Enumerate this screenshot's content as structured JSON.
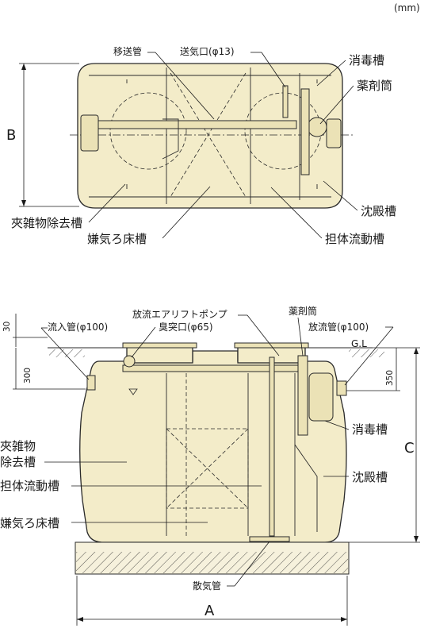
{
  "unit": "(mm)",
  "top_view": {
    "labels": {
      "transfer_pipe": "移送管",
      "air_inlet": "送気口(φ13)",
      "disinfection_tank": "消毒槽",
      "chemical_cylinder": "薬剤筒",
      "foreign_matter_tank": "夾雑物除去槽",
      "anaerobic_filter_tank": "嫌気ろ床槽",
      "carrier_flow_tank": "担体流動槽",
      "sedimentation_tank": "沈殿槽"
    },
    "dimension_b": "B"
  },
  "side_view": {
    "labels": {
      "discharge_airlift_pump": "放流エアリフトポンプ",
      "chemical_cylinder": "薬剤筒",
      "inflow_pipe": "流入管(φ100)",
      "odor_vent": "臭突口(φ65)",
      "discharge_pipe": "放流管(φ100)",
      "ground_level": "G.L",
      "disinfection_tank": "消毒槽",
      "foreign_matter_line1": "夾雑物",
      "foreign_matter_line2": "除去槽",
      "carrier_flow_tank": "担体流動槽",
      "sedimentation_tank": "沈殿槽",
      "anaerobic_filter_tank": "嫌気ろ床槽",
      "diffuser_pipe": "散気管"
    },
    "dims": {
      "d30": "30",
      "d300": "300",
      "d350": "350",
      "a": "A",
      "c": "C"
    }
  }
}
